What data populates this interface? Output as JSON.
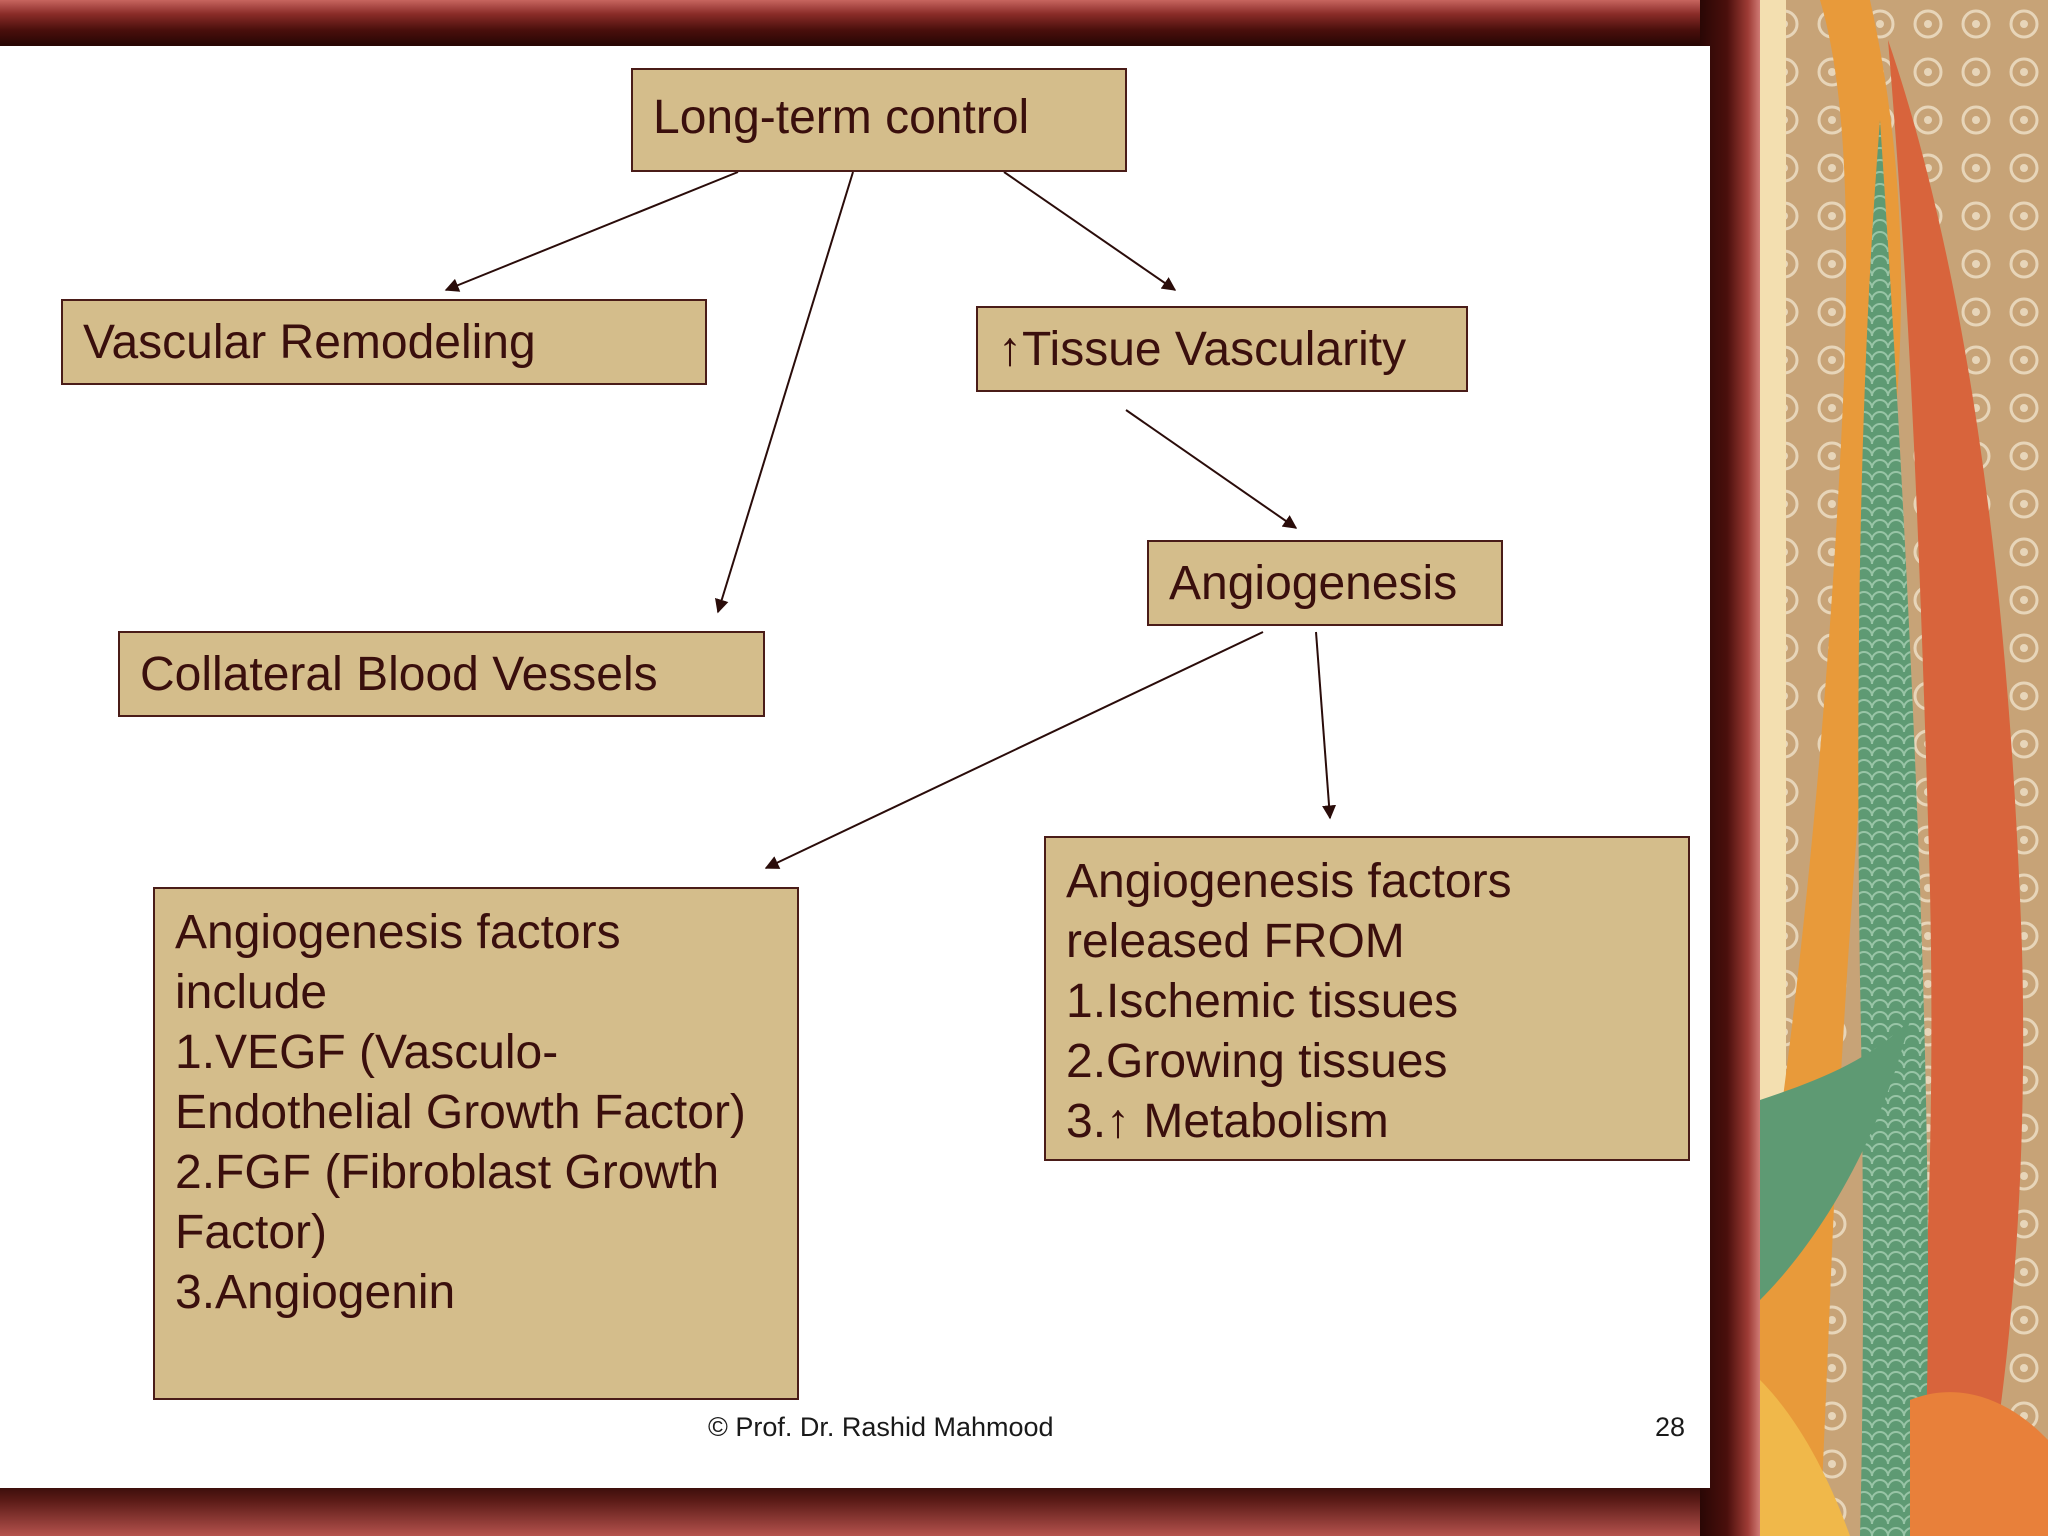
{
  "slide": {
    "nodes": {
      "long_term_control": "Long-term control",
      "vascular_remodeling": "Vascular Remodeling",
      "tissue_vascularity": "↑Tissue Vascularity",
      "angiogenesis": "Angiogenesis",
      "collateral_vessels": "Collateral Blood Vessels",
      "factors_include": [
        "Angiogenesis factors",
        "include",
        "1.VEGF (Vasculo-",
        "Endothelial Growth Factor)",
        "2.FGF (Fibroblast Growth",
        "Factor)",
        "3.Angiogenin"
      ],
      "factors_from": [
        "Angiogenesis factors",
        "released FROM",
        "1.Ischemic tissues",
        "2.Growing tissues",
        "3.↑ Metabolism"
      ]
    },
    "edges": [
      {
        "from": "Long-term control",
        "to": "Vascular Remodeling"
      },
      {
        "from": "Long-term control",
        "to": "Collateral Blood Vessels"
      },
      {
        "from": "Long-term control",
        "to": "↑Tissue Vascularity"
      },
      {
        "from": "↑Tissue Vascularity",
        "to": "Angiogenesis"
      },
      {
        "from": "Angiogenesis",
        "to": "Angiogenesis factors include"
      },
      {
        "from": "Angiogenesis",
        "to": "Angiogenesis factors released FROM"
      }
    ],
    "footer": {
      "copyright": "© Prof. Dr. Rashid Mahmood",
      "page_number": "28"
    }
  },
  "colors": {
    "box_fill": "#d4bd8b",
    "box_border": "#4a1c18",
    "text": "#3a0f0d",
    "frame": "#2a0705",
    "slide_background": "#ffffff"
  }
}
